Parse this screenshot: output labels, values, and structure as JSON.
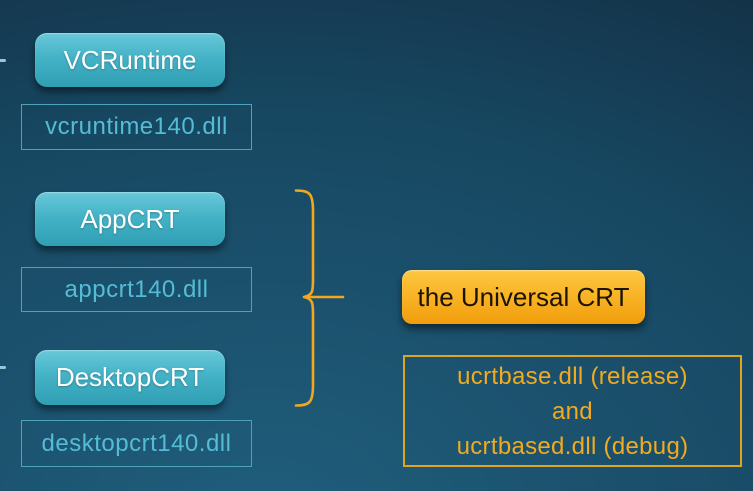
{
  "theme": {
    "background_dark": "#132f44",
    "background_light": "#1f5e7c",
    "teal_button": "#3fb0c4",
    "teal_text": "#54bcd4",
    "orange": "#f2aa1f",
    "button_text_light": "#ffffff",
    "button_text_dark": "#1c1303"
  },
  "nodes": [
    {
      "id": "vcruntime",
      "button_label": "VCRuntime",
      "dll_label": "vcruntime140.dll"
    },
    {
      "id": "appcrt",
      "button_label": "AppCRT",
      "dll_label": "appcrt140.dll"
    },
    {
      "id": "desktopcrt",
      "button_label": "DesktopCRT",
      "dll_label": "desktopcrt140.dll"
    }
  ],
  "universal": {
    "button_label": "the Universal CRT",
    "dll_lines": [
      "ucrtbase.dll (release)",
      "and",
      "ucrtbased.dll (debug)"
    ]
  },
  "connector": {
    "shape": "right-curly-brace",
    "color": "#f2a71f"
  }
}
